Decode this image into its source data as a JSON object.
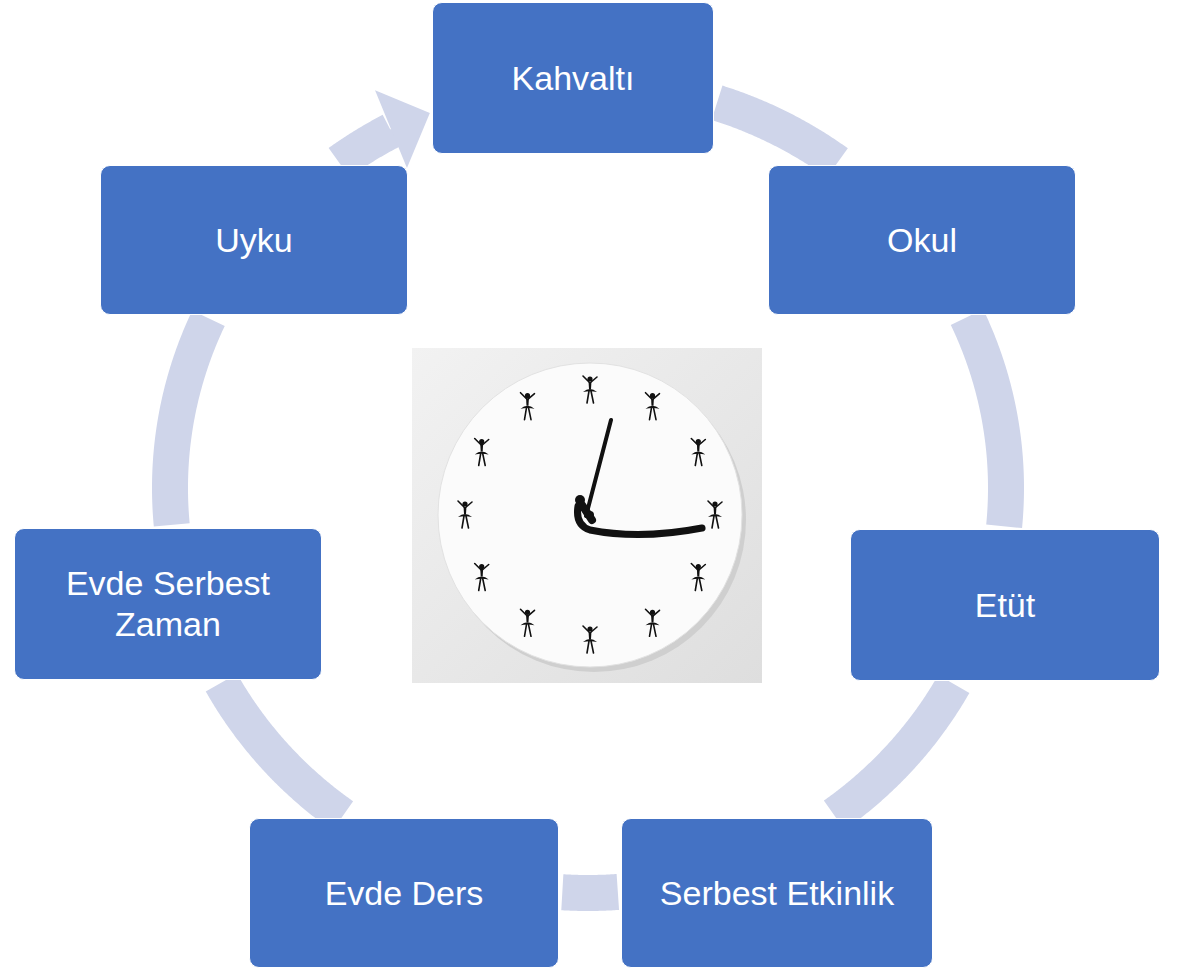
{
  "diagram": {
    "nodes": [
      {
        "text": [
          "Kahvaltı"
        ]
      },
      {
        "text": [
          "Okul"
        ]
      },
      {
        "text": [
          "Etüt"
        ]
      },
      {
        "text": [
          "Serbest Etkinlik"
        ]
      },
      {
        "text": [
          "Evde Ders"
        ]
      },
      {
        "text": [
          "Evde Serbest Zaman"
        ]
      },
      {
        "text": [
          "Uyku"
        ]
      }
    ],
    "edges": [
      {
        "from": 0,
        "to": 1,
        "arrow": "none"
      },
      {
        "from": 1,
        "to": 2,
        "arrow": "none"
      },
      {
        "from": 2,
        "to": 3,
        "arrow": "none"
      },
      {
        "from": 3,
        "to": 4,
        "arrow": "none"
      },
      {
        "from": 4,
        "to": 5,
        "arrow": "none"
      },
      {
        "from": 5,
        "to": 6,
        "arrow": "none"
      },
      {
        "from": 6,
        "to": 0,
        "arrow": "to"
      }
    ]
  }
}
